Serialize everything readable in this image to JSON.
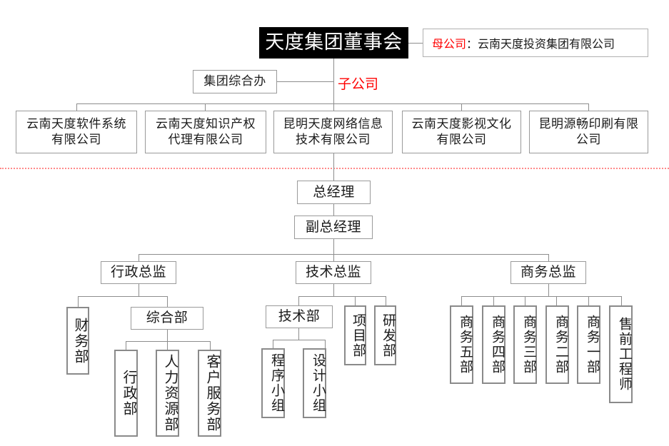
{
  "diagram": {
    "title_board": "天度集团董事会",
    "parent_company_label": "母公司",
    "parent_company_sep": "：",
    "parent_company_name": "云南天度投资集团有限公司",
    "subsidiary_label": "子公司",
    "group_office": "集团综合办",
    "colors": {
      "accent_red": "#ff0000",
      "divider_red": "#ff8a8a",
      "board_bg": "#000000",
      "box_border": "#9a9a9a",
      "text": "#1a1a1a"
    }
  },
  "subsidiaries": [
    {
      "name": "云南天度软件系统有限公司"
    },
    {
      "name": "云南天度知识产权代理有限公司"
    },
    {
      "name": "昆明天度网络信息技术有限公司"
    },
    {
      "name": "云南天度影视文化有限公司"
    },
    {
      "name": "昆明源畅印刷有限公司"
    }
  ],
  "management": {
    "general_manager": "总经理",
    "deputy_general_manager": "副总经理",
    "directors": [
      {
        "name": "行政总监"
      },
      {
        "name": "技术总监"
      },
      {
        "name": "商务总监"
      }
    ]
  },
  "admin_branch": {
    "finance": "财务部",
    "general_affairs": "综合部",
    "general_affairs_children": [
      {
        "name": "行政部"
      },
      {
        "name": "人力资源部"
      },
      {
        "name": "客户服务部"
      }
    ]
  },
  "tech_branch": {
    "tech_dept": "技术部",
    "tech_children": [
      {
        "name": "程序小组"
      },
      {
        "name": "设计小组"
      }
    ],
    "project_dept": "项目部",
    "rnd_dept": "研发部"
  },
  "business_branch": {
    "units": [
      {
        "name": "商务五部"
      },
      {
        "name": "商务四部"
      },
      {
        "name": "商务三部"
      },
      {
        "name": "商务二部"
      },
      {
        "name": "商务一部"
      },
      {
        "name": "售前工程师"
      }
    ]
  }
}
